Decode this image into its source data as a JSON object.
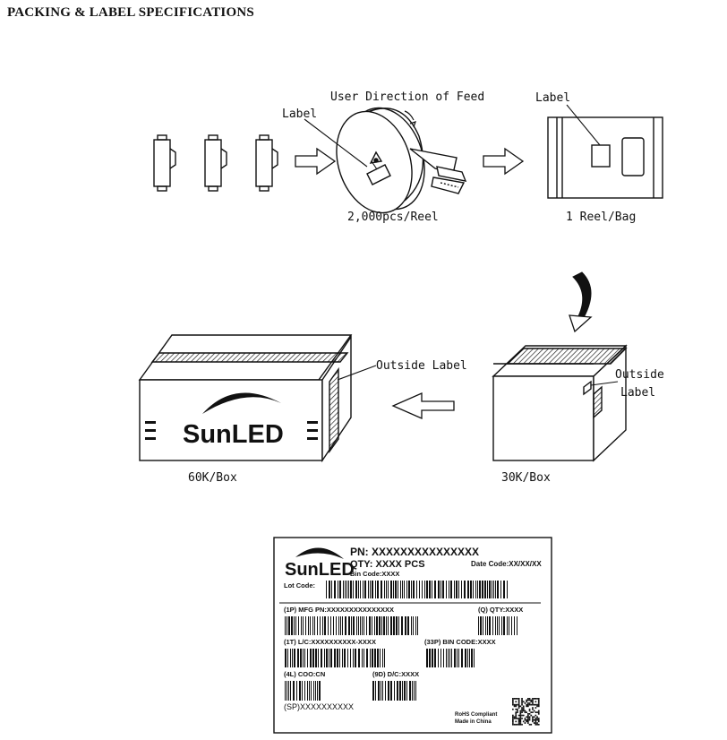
{
  "title": "PACKING & LABEL SPECIFICATIONS",
  "labels": {
    "user_direction": "User Direction of Feed",
    "label_reel": "Label",
    "label_bag": "Label",
    "reel_qty": "2,000pcs/Reel",
    "bag_qty": "1 Reel/Bag",
    "outside_label_big": "Outside Label",
    "outside_label_small_1": "Outside",
    "outside_label_small_2": "Label",
    "box_60k": "60K/Box",
    "box_30k": "30K/Box"
  },
  "brand": {
    "logo_text": "SunLED"
  },
  "product_label": {
    "pn": "PN: XXXXXXXXXXXXXXX",
    "qty": "QTY: XXXX PCS",
    "date_code": "Date Code:XX/XX/XX",
    "bin_code": "Bin Code:XXXX",
    "lot_code": "Lot Code:",
    "mfg_pn": "(1P) MFG PN:XXXXXXXXXXXXXXX",
    "q_qty": "(Q) QTY:XXXX",
    "lc": "(1T) L/C:XXXXXXXXXX-XXXX",
    "bin_code_33p": "(33P) BIN CODE:XXXX",
    "coo": "(4L) COO:CN",
    "dc": "(9D) D/C:XXXX",
    "sp": "(SP)XXXXXXXXXX",
    "rohs": "RoHS Compliant",
    "made_in": "Made in China"
  }
}
